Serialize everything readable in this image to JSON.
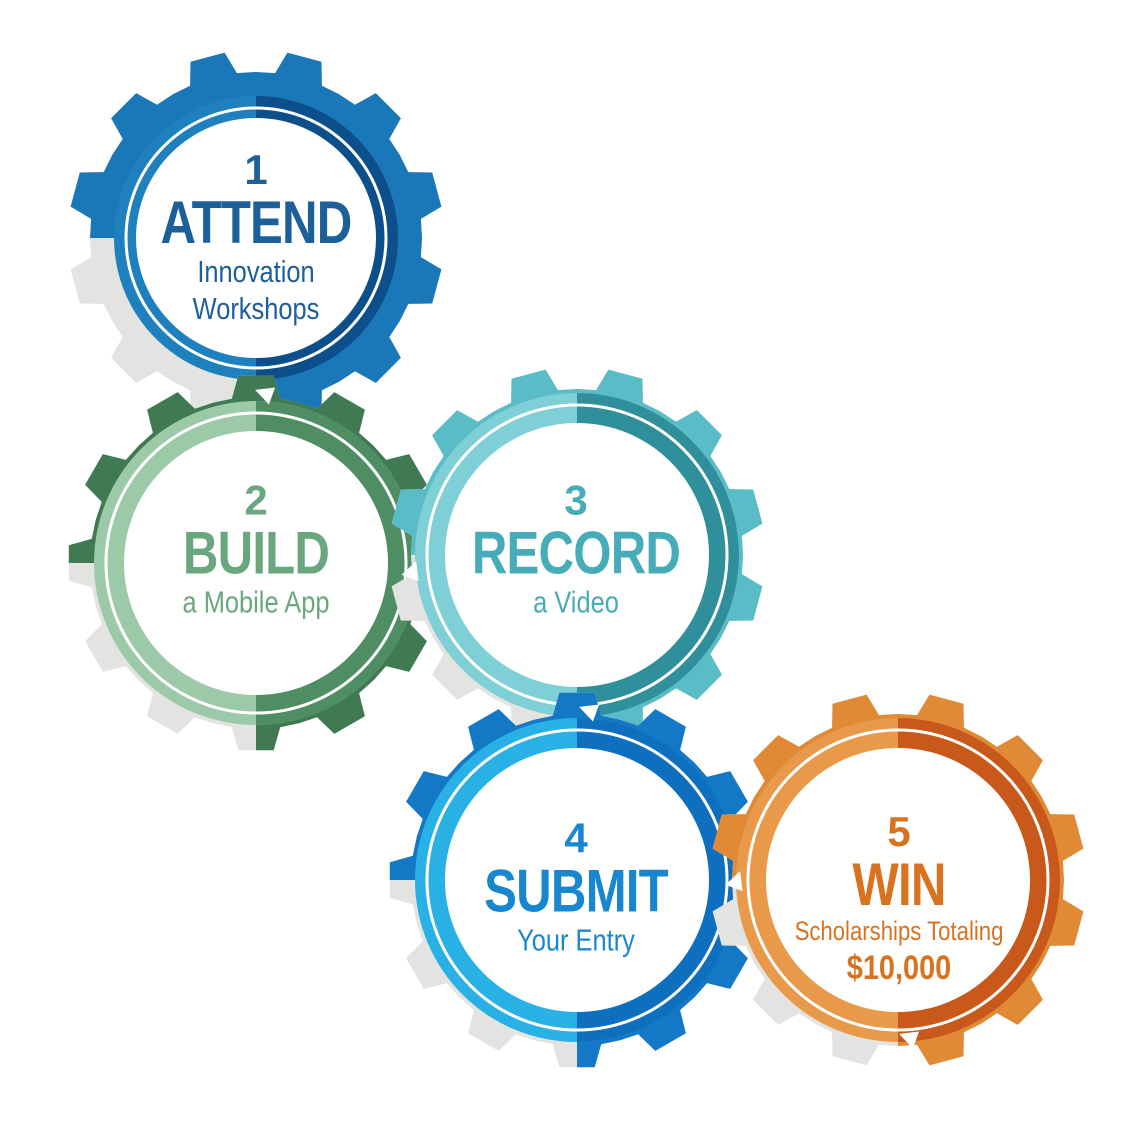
{
  "steps": [
    {
      "number": "1",
      "verb": "ATTEND",
      "lines": [
        "Innovation",
        "Workshops"
      ],
      "extra": "",
      "color": "#1d5f99",
      "ring_dark": "#0c4f8b",
      "ring_light": "#1e81bd",
      "tooth_color": "#1a78b8"
    },
    {
      "number": "2",
      "verb": "BUILD",
      "lines": [
        "a Mobile App"
      ],
      "extra": "",
      "color": "#6aa77e",
      "ring_dark": "#4f8e63",
      "ring_light": "#9ccaa9",
      "tooth_color": "#3f7a52"
    },
    {
      "number": "3",
      "verb": "RECORD",
      "lines": [
        "a Video"
      ],
      "extra": "",
      "color": "#46adb8",
      "ring_dark": "#2f8f9a",
      "ring_light": "#7fcfd6",
      "tooth_color": "#59bcc6"
    },
    {
      "number": "4",
      "verb": "SUBMIT",
      "lines": [
        "Your Entry"
      ],
      "extra": "",
      "color": "#1887cf",
      "ring_dark": "#0f6fbf",
      "ring_light": "#29b1e5",
      "tooth_color": "#1378c6"
    },
    {
      "number": "5",
      "verb": "WIN",
      "lines": [
        "Scholarships Totaling"
      ],
      "extra": "$10,000",
      "color": "#d9721e",
      "ring_dark": "#c9591a",
      "ring_light": "#e89a4a",
      "tooth_color": "#e08a36"
    }
  ],
  "grey": "#e3e3e1"
}
